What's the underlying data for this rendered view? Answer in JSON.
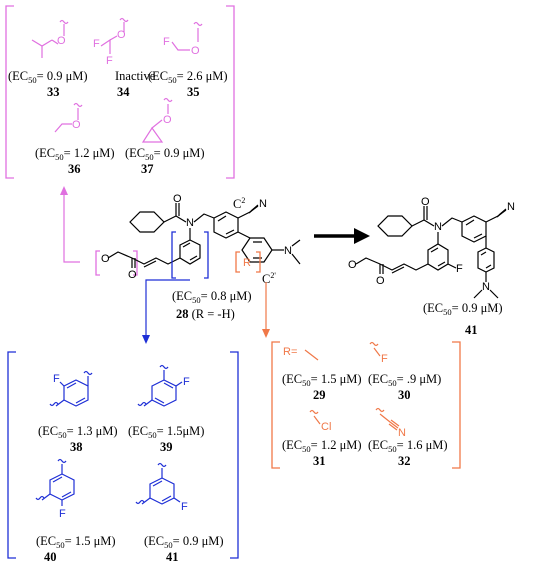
{
  "colors": {
    "magenta": "#e070e0",
    "blue": "#1e2fd6",
    "orange": "#f07848",
    "black": "#000000"
  },
  "ec": "EC",
  "ec_sub": "50",
  "ec_prefix": "(",
  "ether_panel": {
    "items": [
      {
        "id": "33",
        "value": "= 0.9  μM)",
        "kind": "isopropyl-ether"
      },
      {
        "id": "34",
        "value": "Inactive",
        "kind": "difluoromethyl-ether"
      },
      {
        "id": "35",
        "value": "= 2.6 μM)",
        "kind": "fluoromethyl-ether"
      },
      {
        "id": "36",
        "value": "= 1.2 μM)",
        "kind": "ethyl-ether"
      },
      {
        "id": "37",
        "value": "= 0.9 μM)",
        "kind": "cyclopropyl-ether"
      }
    ],
    "atom_O": "O",
    "atom_F": "F"
  },
  "core": {
    "atom_O": "O",
    "atom_N": "N",
    "label_C2": "C",
    "label_C2_sup": "2",
    "label_C2p": "C",
    "label_C2p_sup": "2'",
    "label_R": "R",
    "ec_value": "= 0.8 μM)",
    "id": "28",
    "note": "(R = -H)"
  },
  "product": {
    "id": "41",
    "ec_value": "= 0.9 μM)",
    "atom_O": "O",
    "atom_N": "N",
    "atom_F": "F"
  },
  "r_panel": {
    "header": "R=",
    "items": [
      {
        "id": "29",
        "value": "= 1.5 μM)",
        "kind": "methyl"
      },
      {
        "id": "30",
        "value": "= .9 μM)",
        "kind": "fluoro"
      },
      {
        "id": "31",
        "value": "= 1.2 μM)",
        "kind": "chloro"
      },
      {
        "id": "32",
        "value": "= 1.6 μM)",
        "kind": "cyano"
      }
    ],
    "atom_F": "F",
    "atom_Cl": "Cl",
    "atom_N": "N"
  },
  "f_panel": {
    "items": [
      {
        "id": "38",
        "value": "= 1.3 μM)",
        "kind": "2-fluorophenyl"
      },
      {
        "id": "39",
        "value": "= 1.5μM)",
        "kind": "3-fluorophenyl"
      },
      {
        "id": "40",
        "value": "= 1.5 μM)",
        "kind": "4-fluorophenyl"
      },
      {
        "id": "41",
        "value": "= 0.9 μM)",
        "kind": "5-fluorophenyl"
      }
    ],
    "atom_F": "F"
  }
}
